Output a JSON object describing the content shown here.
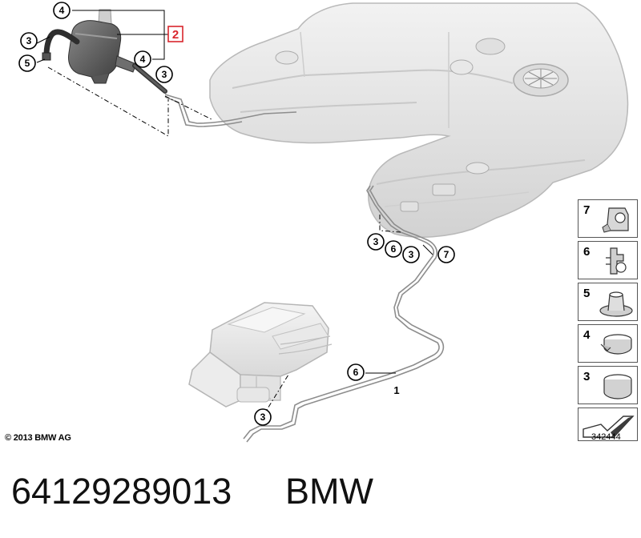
{
  "diagram": {
    "copyright": "© 2013 BMW AG",
    "diagram_id": "342444",
    "highlight_callout": "2",
    "main_line_label": "1",
    "callouts": {
      "c4_top": "4",
      "c3_left": "3",
      "c5_left": "5",
      "c4_right": "4",
      "c3_valve": "3",
      "c3_mid": "3",
      "c6_mid": "6",
      "c3_mid2": "3",
      "c7_mid": "7",
      "c6_low": "6",
      "c3_low": "3"
    },
    "legend": [
      {
        "num": "7",
        "icon": "clip-holder-icon"
      },
      {
        "num": "6",
        "icon": "pipe-clip-icon"
      },
      {
        "num": "5",
        "icon": "grommet-icon"
      },
      {
        "num": "4",
        "icon": "hose-clamp-icon"
      },
      {
        "num": "3",
        "icon": "band-clamp-icon"
      }
    ]
  },
  "footer": {
    "part_number": "64129289013",
    "brand": "BMW"
  },
  "colors": {
    "highlight": "#d9262c",
    "tank_fill": "#e4e4e4",
    "tank_stroke": "#b9b9b9",
    "valve_fill": "#6a6a6a"
  }
}
